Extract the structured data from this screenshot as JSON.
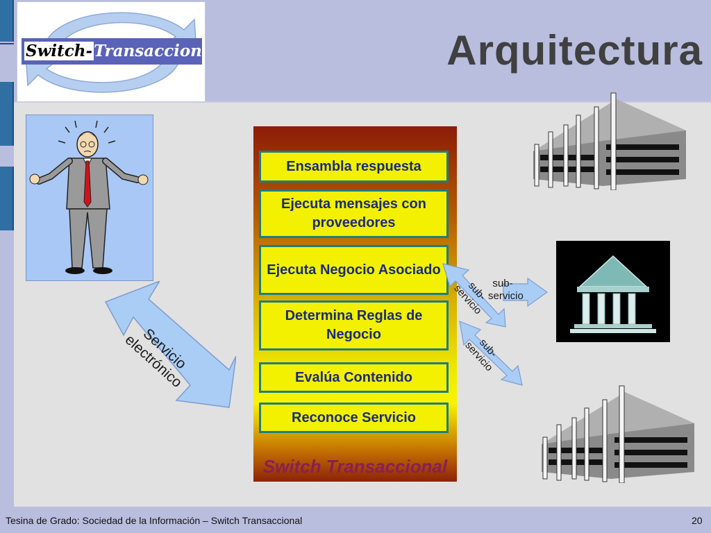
{
  "header": {
    "title": "Arquitectura",
    "logo": {
      "part1": "Switch-",
      "part2": "Transaccional"
    }
  },
  "diagram": {
    "steps": [
      "Ensambla respuesta",
      "Ejecuta mensajes con proveedores",
      "Ejecuta Negocio Asociado",
      "Determina Reglas de Negocio",
      "Evalúa Contenido",
      "Reconoce Servicio"
    ],
    "switch_label": "Switch Transaccional",
    "arrow_servicio_line1": "Servicio",
    "arrow_servicio_line2": "electrónico",
    "subservicio_top": "sub-servicio",
    "subservicio_mid": "sub-servicio",
    "subservicio_bottom": "sub-servicio"
  },
  "footer": {
    "left": "Tesina de Grado: Sociedad de la Información – Switch Transaccional",
    "page": "20"
  },
  "colors": {
    "background": "#b9bedf",
    "panel": "#e1e1e1",
    "step_fill": "#f3f000",
    "step_border": "#1e7e7e",
    "step_text": "#1a2c7a",
    "arrow_fill": "#a9cdf5",
    "switch_text": "#8a1e55"
  },
  "icons": [
    "confused-person-icon",
    "office-building-icon",
    "bank-icon",
    "cycle-arrows-icon"
  ]
}
